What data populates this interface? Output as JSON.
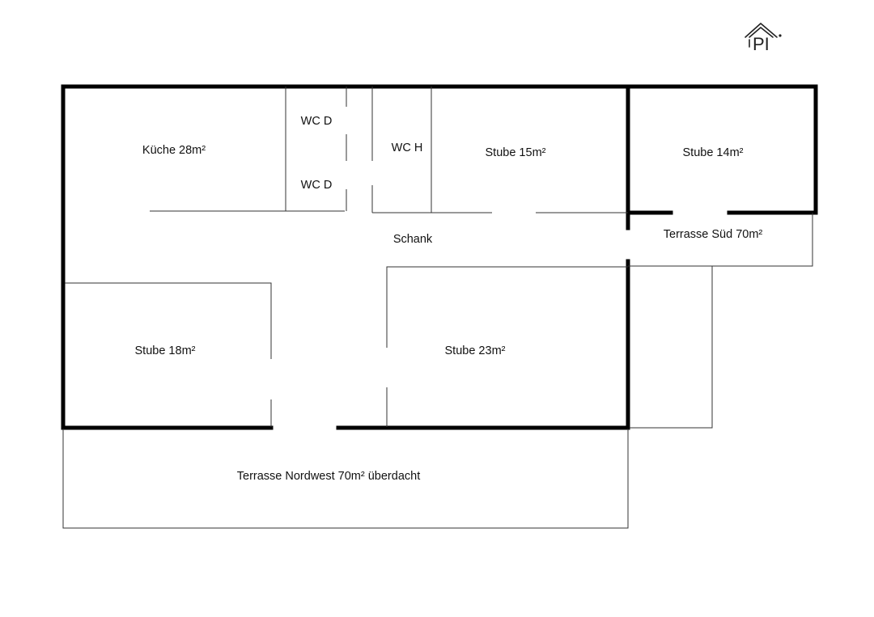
{
  "logo": {
    "text": "PI"
  },
  "rooms": {
    "kueche": "Küche 28m²",
    "wc_d_top": "WC D",
    "wc_d_bottom": "WC D",
    "wc_h": "WC H",
    "stube_15": "Stube 15m²",
    "stube_14": "Stube 14m²",
    "schank": "Schank",
    "terrasse_sued": "Terrasse Süd 70m²",
    "stube_18": "Stube 18m²",
    "stube_23": "Stube 23m²",
    "terrasse_nordwest": "Terrasse Nordwest 70m² überdacht"
  }
}
